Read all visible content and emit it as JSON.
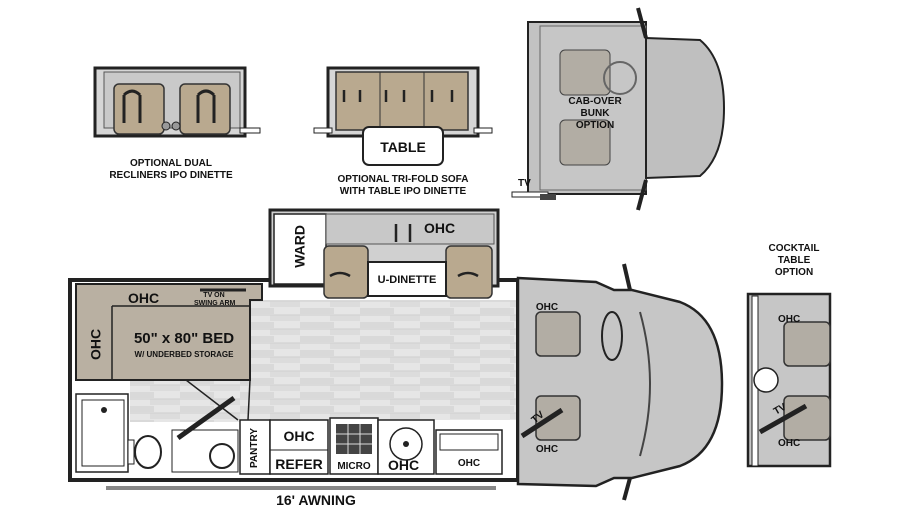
{
  "options": {
    "dual_recliners": [
      "OPTIONAL DUAL",
      "RECLINERS IPO DINETTE"
    ],
    "trifold_sofa": [
      "OPTIONAL TRI-FOLD SOFA",
      "WITH TABLE IPO DINETTE"
    ],
    "table_label": "TABLE",
    "cab_over_bunk": [
      "CAB-OVER",
      "BUNK",
      "OPTION"
    ],
    "cab_tv": "TV",
    "cocktail_table": [
      "COCKTAIL",
      "TABLE",
      "OPTION"
    ]
  },
  "floorplan": {
    "ward": "WARD",
    "slide_ohc": "OHC",
    "u_dinette": "U-DINETTE",
    "bedroom_ohc_top": "OHC",
    "tv_on_swing_arm": [
      "TV ON",
      "SWING ARM"
    ],
    "bedroom_ohc_side": "OHC",
    "bed_size": "50\" x 80\" BED",
    "bed_storage": "W/ UNDERBED STORAGE",
    "pantry": "PANTRY",
    "kitchen_ohc": "OHC",
    "refer": "REFER",
    "micro": "MICRO",
    "sink_ohc": "OHC",
    "counter_ohc": "OHC",
    "awning": "16' AWNING",
    "cab_ohc_top": "OHC",
    "cab_ohc_bottom": "OHC",
    "cab_tv": "TV"
  },
  "cocktail_detail": {
    "ohc_top": "OHC",
    "ohc_bottom": "OHC",
    "tv": "TV"
  },
  "colors": {
    "seat_tan": "#b8a890",
    "panel_gray": "#d3d3d3",
    "wood_light": "#e4e4e4",
    "bed_fill": "#b7aea0",
    "cab_gray": "#c8c8c8",
    "outline": "#222222"
  }
}
